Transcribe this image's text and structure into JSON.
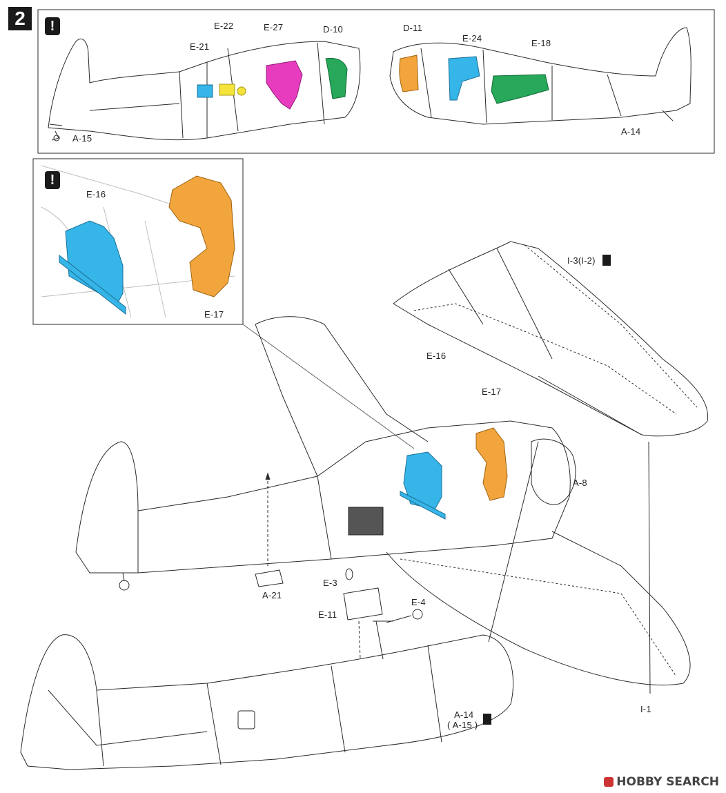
{
  "step": "2",
  "attention_mark": "!",
  "parts": {
    "e21": "E-21",
    "e22": "E-22",
    "e27": "E-27",
    "d10": "D-10",
    "d11": "D-11",
    "e24": "E-24",
    "e18": "E-18",
    "a15": "A-15",
    "a14": "A-14",
    "e16_inset": "E-16",
    "e17_inset": "E-17",
    "e16": "E-16",
    "e17": "E-17",
    "i3": "I-3(I-2)",
    "a8": "A-8",
    "a21": "A-21",
    "e3": "E-3",
    "e11": "E-11",
    "e4": "E-4",
    "i1": "I-1",
    "a14_bottom": "A-14",
    "a15_bottom": "( A-15 )"
  },
  "watermark": "HOBBY SEARCH",
  "colors": {
    "blue": "#35b5e8",
    "yellow": "#f4e33a",
    "magenta": "#e83cbf",
    "green": "#27a85a",
    "orange": "#f2a53c",
    "line": "#2a2a2a"
  }
}
